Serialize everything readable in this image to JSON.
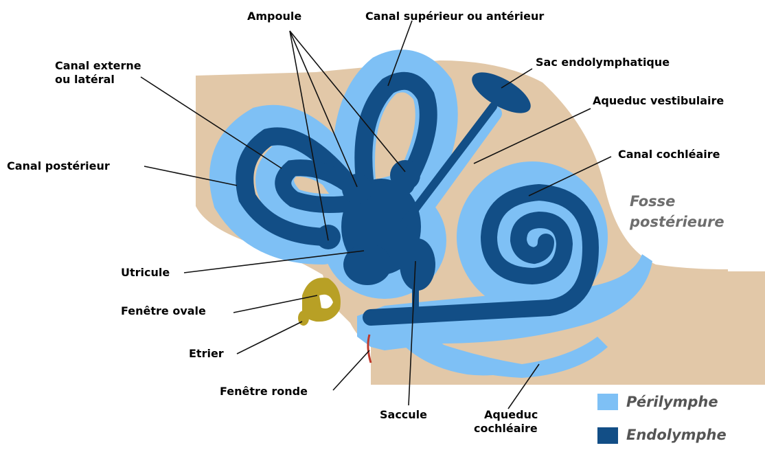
{
  "colors": {
    "bone": "#e2c8a8",
    "perilymph": "#7ec0f5",
    "endolymph": "#124e86",
    "stapes": "#b8a025",
    "round_window": "#c0392b",
    "label_text": "#000000",
    "fosse_text": "#6e6e6e"
  },
  "labels": {
    "ampoule": "Ampoule",
    "canal_superieur": "Canal supérieur ou antérieur",
    "canal_externe_1": "Canal externe",
    "canal_externe_2": "ou latéral",
    "sac_endolymphatique": "Sac endolymphatique",
    "aqueduc_vestibulaire": "Aqueduc vestibulaire",
    "canal_posterieur": "Canal postérieur",
    "canal_cochleaire": "Canal cochléaire",
    "fosse_1": "Fosse",
    "fosse_2": "postérieure",
    "utricule": "Utricule",
    "fenetre_ovale": "Fenêtre ovale",
    "etrier": "Etrier",
    "fenetre_ronde": "Fenêtre ronde",
    "saccule": "Saccule",
    "aqueduc_cochleaire_1": "Aqueduc",
    "aqueduc_cochleaire_2": "cochléaire"
  },
  "legend": {
    "perilymphe": "Périlymphe",
    "endolymphe": "Endolymphe"
  }
}
